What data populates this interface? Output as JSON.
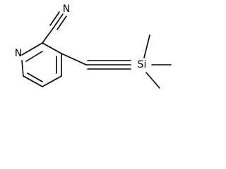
{
  "molecule": {
    "atoms": {
      "ring_nitrogen": "N",
      "nitrile_nitrogen": "N",
      "silicon": "Si"
    }
  }
}
